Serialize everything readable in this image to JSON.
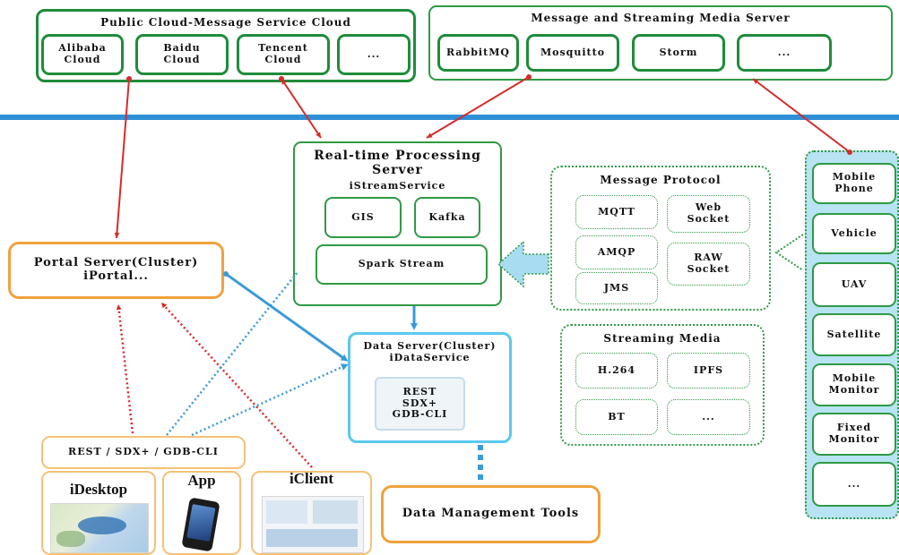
{
  "cloud_group": {
    "title": "Public Cloud-Message Service Cloud",
    "items": [
      "Alibaba\nCloud",
      "Baidu\nCloud",
      "Tencent\nCloud",
      "..."
    ]
  },
  "media_server_group": {
    "title": "Message and Streaming Media Server",
    "items": [
      "RabbitMQ",
      "Mosquitto",
      "Storm",
      "..."
    ]
  },
  "realtime_server": {
    "title": "Real-time Processing\nServer",
    "subtitle": "iStreamService",
    "items": [
      "GIS",
      "Kafka",
      "Spark Stream"
    ]
  },
  "message_protocol": {
    "title": "Message Protocol",
    "items": [
      "MQTT",
      "Web\nSocket",
      "AMQP",
      "RAW\nSocket",
      "JMS"
    ]
  },
  "streaming_media": {
    "title": "Streaming Media",
    "items": [
      "H.264",
      "IPFS",
      "BT",
      "..."
    ]
  },
  "devices": [
    "Mobile\nPhone",
    "Vehicle",
    "UAV",
    "Satellite",
    "Mobile\nMonitor",
    "Fixed\nMonitor",
    "..."
  ],
  "portal_server": {
    "title": "Portal Server(Cluster)\niPortal..."
  },
  "data_server": {
    "title": "Data Server(Cluster)\niDataService",
    "inner": "REST\nSDX+\nGDB-CLI"
  },
  "api_bar": {
    "label": "REST / SDX+ / GDB-CLI"
  },
  "clients": [
    "iDesktop",
    "App",
    "iClient"
  ],
  "data_tools": {
    "label": "Data Management Tools"
  },
  "colors": {
    "green": "#1e8c3a",
    "orange": "#f0a23c",
    "cyan": "#5ac8ee",
    "red": "#d62b2b",
    "blue_line": "#3a9ad9",
    "divider": "#2f8fd6"
  }
}
